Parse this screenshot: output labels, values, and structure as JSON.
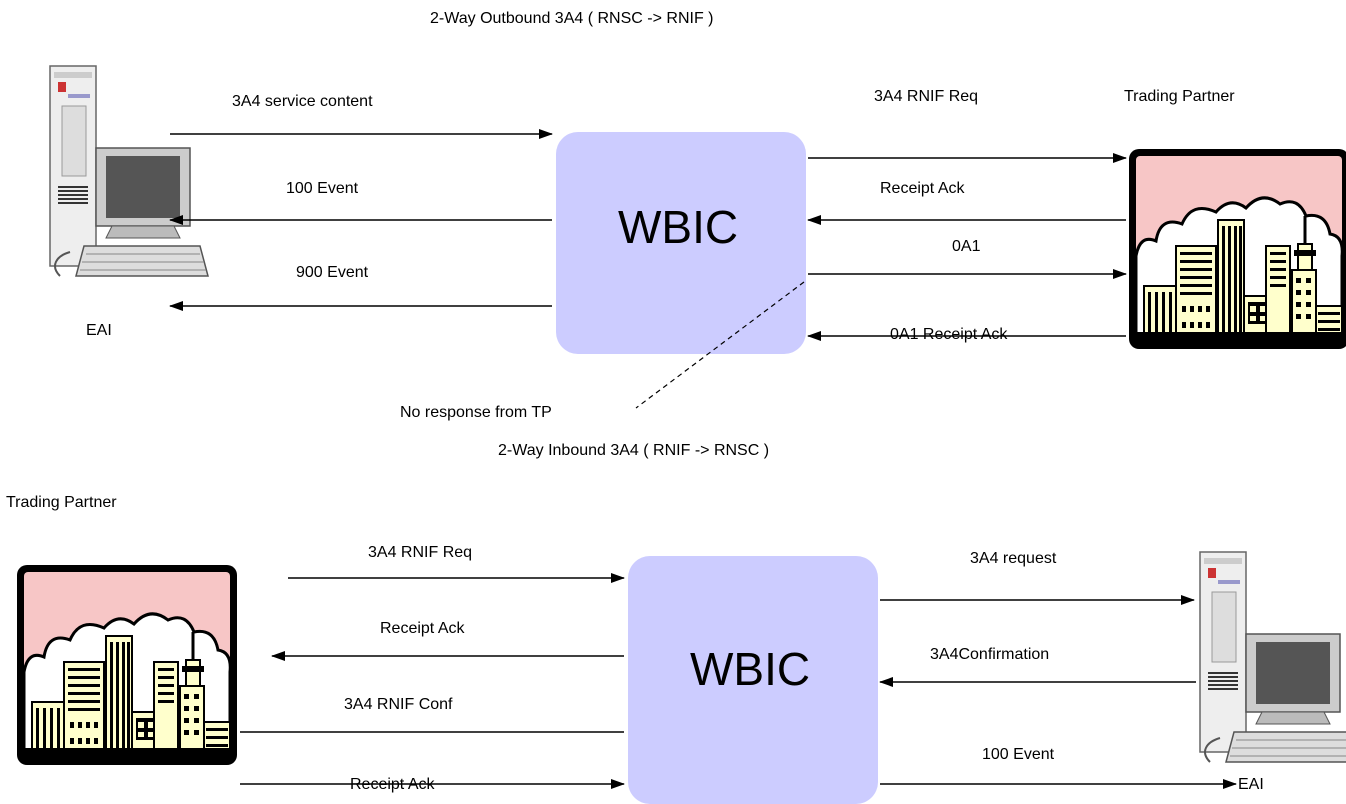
{
  "outbound": {
    "title": "2-Way Outbound 3A4 ( RNSC -> RNIF )",
    "wbic_label": "WBIC",
    "eai_label": "EAI",
    "trading_partner_label": "Trading Partner",
    "messages": {
      "service_content": "3A4 service content",
      "event_100": "100 Event",
      "event_900": "900 Event",
      "rnif_req": "3A4 RNIF Req",
      "receipt_ack": "Receipt Ack",
      "oa1": "0A1",
      "oa1_receipt_ack": "0A1 Receipt Ack"
    },
    "note": "No response from TP"
  },
  "inbound": {
    "title": "2-Way Inbound 3A4 ( RNIF -> RNSC )",
    "trading_partner_label": "Trading Partner",
    "wbic_label": "WBIC",
    "eai_label": "EAI",
    "messages": {
      "rnif_req": "3A4 RNIF Req",
      "receipt_ack_1": "Receipt Ack",
      "rnif_conf": "3A4 RNIF Conf",
      "receipt_ack_2": "Receipt Ack",
      "request": "3A4 request",
      "confirmation": "3A4Confirmation",
      "event_100": "100 Event"
    }
  },
  "colors": {
    "wbic_fill": "#ccccff",
    "sky": "#f7c6c6",
    "building_fill": "#ffffcc",
    "line": "#000000"
  },
  "icons": {
    "eai": "computer-tower-icon",
    "trading_partner": "city-skyline-icon"
  }
}
